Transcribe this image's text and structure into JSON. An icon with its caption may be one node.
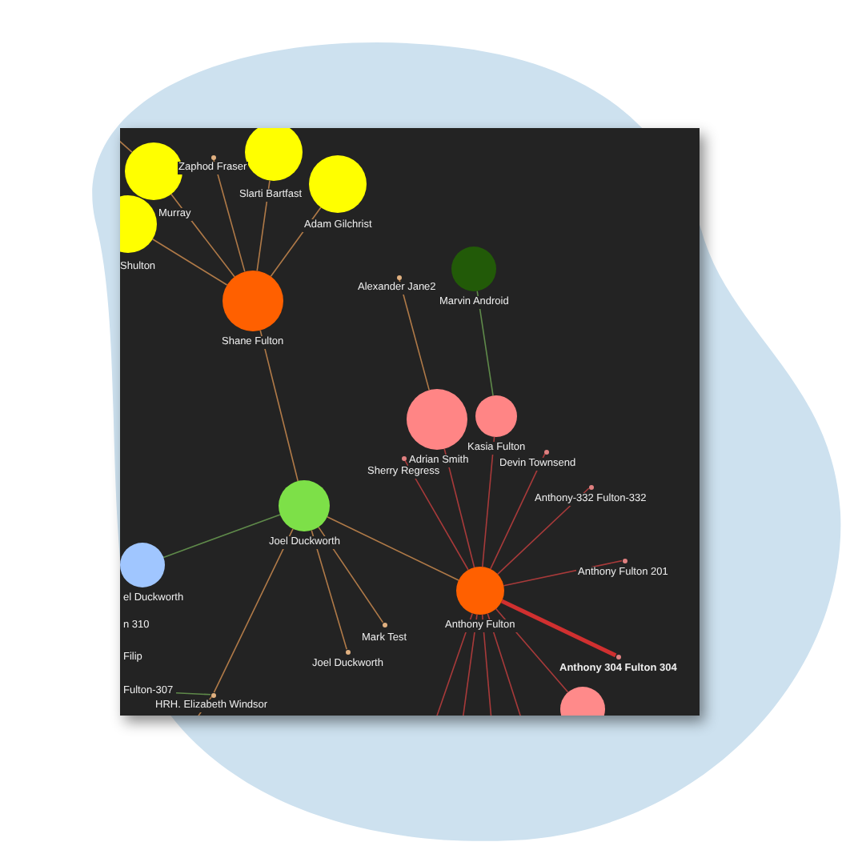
{
  "diagram": {
    "nodes": [
      {
        "text": [
          "Murray"
        ]
      },
      {
        "text": [
          "Shulton"
        ]
      },
      {
        "text": [
          "Zaphod Fraser"
        ]
      },
      {
        "text": [
          "Slarti Bartfast"
        ]
      },
      {
        "text": [
          "Adam Gilchrist"
        ]
      },
      {
        "text": [
          "Shane Fulton"
        ]
      },
      {
        "text": [
          "Alexander Jane2"
        ]
      },
      {
        "text": [
          "Marvin Android"
        ]
      },
      {
        "text": [
          "Adrian Smith"
        ]
      },
      {
        "text": [
          "Kasia Fulton"
        ]
      },
      {
        "text": [
          "Sherry Regress"
        ]
      },
      {
        "text": [
          "Devin Townsend"
        ]
      },
      {
        "text": [
          "Anthony-332 Fulton-332"
        ]
      },
      {
        "text": [
          "Joel Duckworth"
        ]
      },
      {
        "text": [
          "el Duckworth"
        ]
      },
      {
        "text": [
          "Anthony Fulton"
        ]
      },
      {
        "text": [
          "Anthony Fulton 201"
        ]
      },
      {
        "text": [
          "Mark Test"
        ]
      },
      {
        "text": [
          "Joel Duckworth"
        ]
      },
      {
        "text": [
          "Anthony 304 Fulton 304"
        ]
      },
      {
        "text": [],
        "shape": "circle"
      },
      {
        "text": [
          "n 310"
        ]
      },
      {
        "text": [
          "Filip"
        ]
      },
      {
        "text": [
          "Fulton-307"
        ]
      },
      {
        "text": [
          "HRH. Elizabeth Windsor"
        ]
      }
    ],
    "edges": [
      {
        "from": 0,
        "to": 5,
        "arrow": "none"
      },
      {
        "from": 1,
        "to": 5,
        "arrow": "none"
      },
      {
        "from": 2,
        "to": 5,
        "arrow": "none"
      },
      {
        "from": 3,
        "to": 5,
        "arrow": "none"
      },
      {
        "from": 4,
        "to": 5,
        "arrow": "none"
      },
      {
        "from": 0,
        "to": null,
        "arrow": "none"
      },
      {
        "from": 5,
        "to": 13,
        "arrow": "none"
      },
      {
        "from": 6,
        "to": 8,
        "arrow": "none"
      },
      {
        "from": 7,
        "to": 9,
        "arrow": "none",
        "color": "#5f8a4a"
      },
      {
        "from": 13,
        "to": 14,
        "arrow": "none",
        "color": "#5f8a4a"
      },
      {
        "from": 13,
        "to": 17,
        "arrow": "none"
      },
      {
        "from": 13,
        "to": 18,
        "arrow": "none"
      },
      {
        "from": 13,
        "to": 24,
        "arrow": "none"
      },
      {
        "from": 13,
        "to": 15,
        "arrow": "none"
      },
      {
        "from": 23,
        "to": 24,
        "arrow": "none",
        "color": "#5f8a4a"
      },
      {
        "from": 24,
        "to": null,
        "arrow": "none"
      },
      {
        "from": 15,
        "to": 8,
        "arrow": "none",
        "color": "#a83a3a"
      },
      {
        "from": 15,
        "to": 9,
        "arrow": "none",
        "color": "#a83a3a"
      },
      {
        "from": 15,
        "to": 10,
        "arrow": "none",
        "color": "#a83a3a"
      },
      {
        "from": 15,
        "to": 11,
        "arrow": "none",
        "color": "#a83a3a"
      },
      {
        "from": 15,
        "to": 12,
        "arrow": "none",
        "color": "#a83a3a"
      },
      {
        "from": 15,
        "to": 16,
        "arrow": "none",
        "color": "#a83a3a"
      },
      {
        "from": 15,
        "to": 19,
        "arrow": "none",
        "style": "thick",
        "color": "#d03030"
      },
      {
        "from": 15,
        "to": 20,
        "arrow": "none",
        "color": "#a83a3a"
      },
      {
        "from": 15,
        "to": null,
        "arrow": "none",
        "color": "#a83a3a"
      },
      {
        "from": 15,
        "to": null,
        "arrow": "none",
        "color": "#a83a3a"
      },
      {
        "from": 15,
        "to": null,
        "arrow": "none",
        "color": "#a83a3a"
      },
      {
        "from": 15,
        "to": null,
        "arrow": "none",
        "color": "#a83a3a"
      }
    ]
  }
}
